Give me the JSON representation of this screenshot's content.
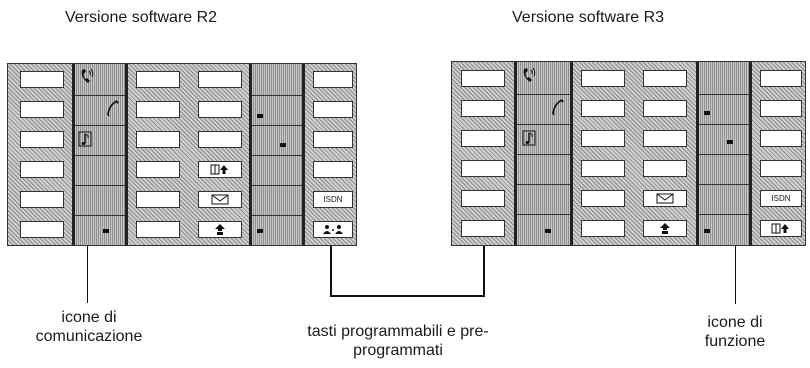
{
  "titles": {
    "left": "Versione software R2",
    "right": "Versione software R3"
  },
  "key_labels": {
    "isdn": "ISDN"
  },
  "icons": [
    "handset-ringing-icon",
    "handset-icon",
    "music-note-icon",
    "phonebook-icon",
    "envelope-icon",
    "arrow-up-icon",
    "conference-icon",
    "led-indicator-icon"
  ],
  "callouts": {
    "communication_icons": [
      "icone di",
      "comunicazione"
    ],
    "programmable_keys": [
      "tasti programmabili e pre-",
      "programmati"
    ],
    "function_icons": [
      "icone di",
      "funzione"
    ]
  }
}
